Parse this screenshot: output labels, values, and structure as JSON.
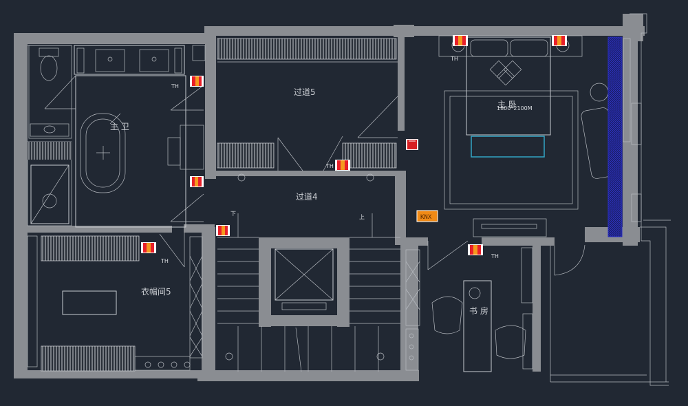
{
  "rooms": {
    "master_bath": "主 卫",
    "corridor_5": "过道5",
    "corridor_4": "过道4",
    "master_bedroom": "主 卧",
    "bed_size": "1800*2100M",
    "wardrobe": "衣帽间5",
    "study": "书 房"
  },
  "stairs": {
    "down": "下",
    "up": "上"
  },
  "thermostat_label": "TH",
  "control_panel_label": "KNX",
  "colors": {
    "background": "#212833",
    "wall": "#8a8d92",
    "linework": "#c8cbd0",
    "heater_red": "#e8202a",
    "heater_orange": "#f59a1e",
    "panel_orange": "#f08a16",
    "window_blue": "#2a2fc7",
    "tv_cyan": "#33a6c6"
  }
}
